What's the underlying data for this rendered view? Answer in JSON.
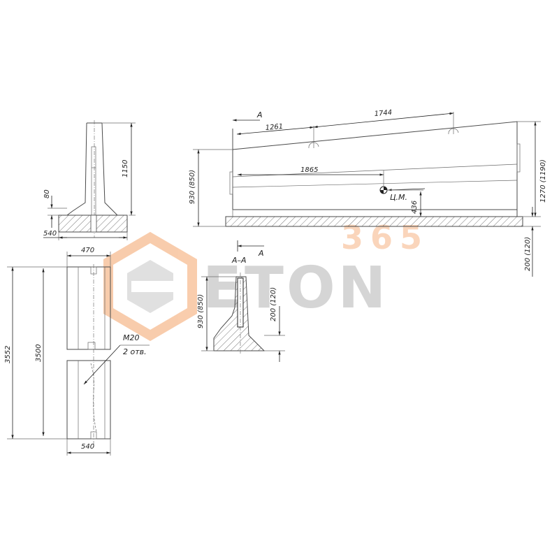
{
  "watermark": {
    "brand": "ETON",
    "number": "365",
    "brand_color": "#b3b3b3",
    "accent_color": "#f4a46a"
  },
  "labels": {
    "d1150": "1150",
    "d80": "80",
    "d540_top": "540",
    "d470": "470",
    "d3552": "3552",
    "d3500": "3500",
    "d540_bottom": "540",
    "m20": "M20",
    "holes": "2 отв.",
    "sectionA_top": "A",
    "d1261": "1261",
    "d1744": "1744",
    "d1865": "1865",
    "center_mass": "Ц.М.",
    "d436": "436",
    "d930_main": "930 (850)",
    "d1270": "1270 (1190)",
    "d200_main": "200 (120)",
    "sectionA_bottom": "A",
    "section_title": "A–A",
    "d930_section": "930 (850)",
    "d200_section": "200 (120)"
  }
}
